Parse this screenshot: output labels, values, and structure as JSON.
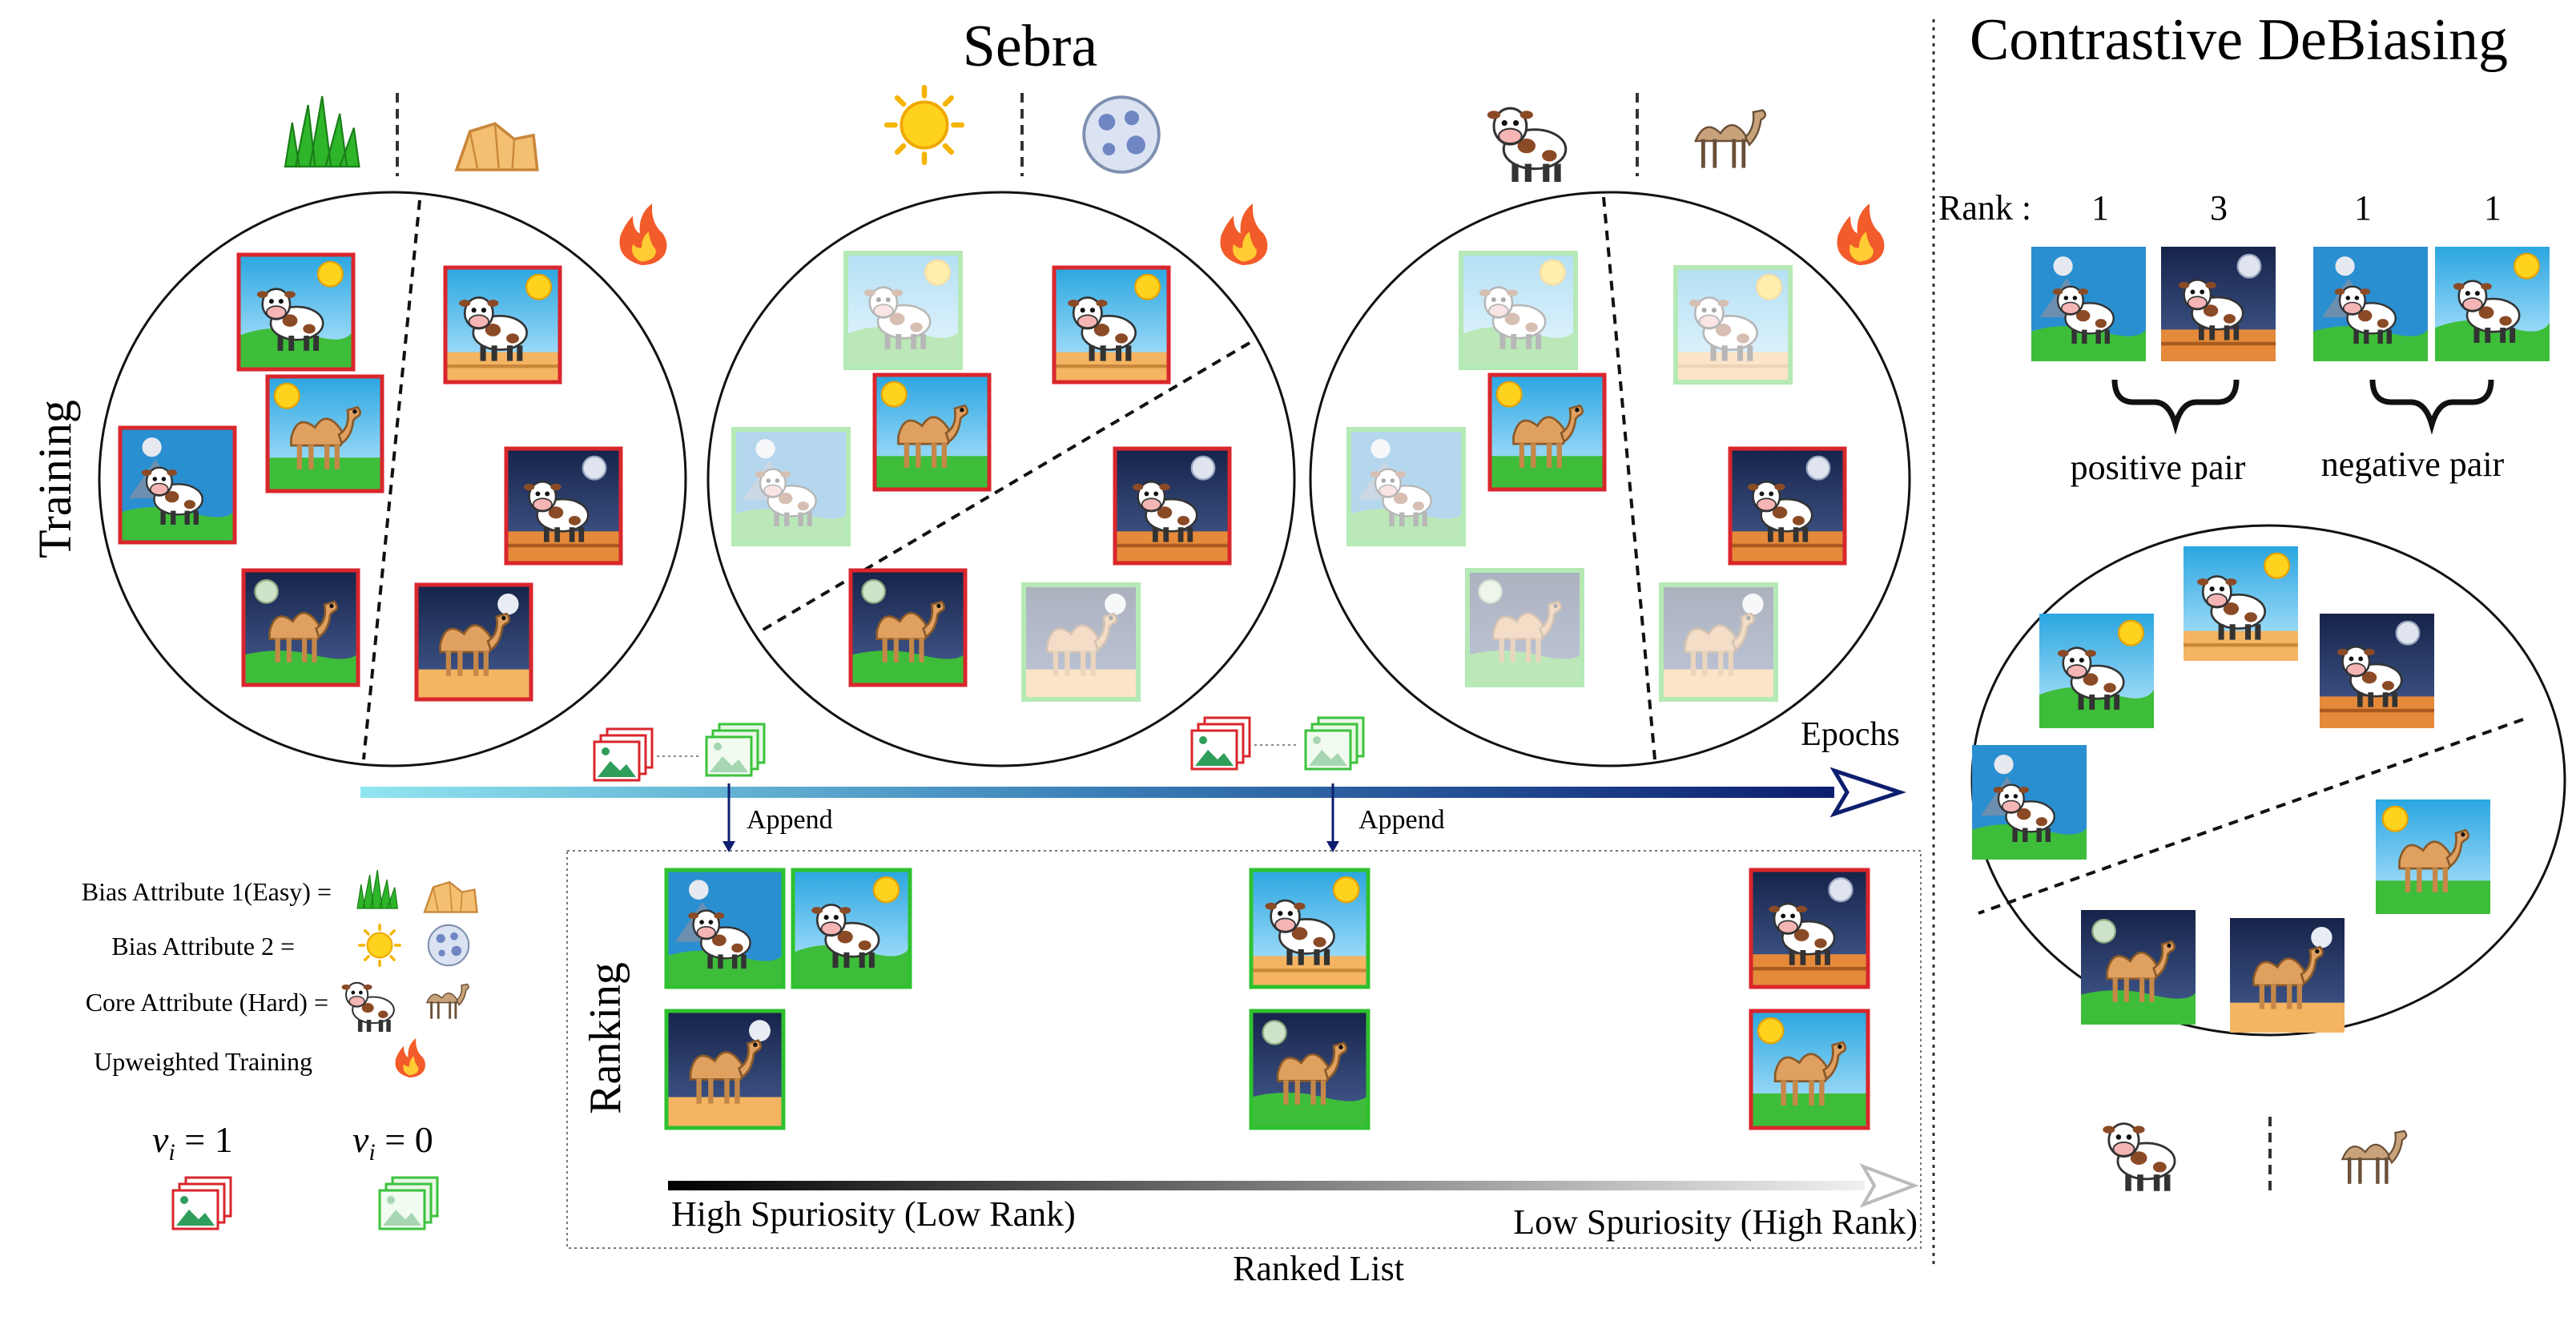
{
  "titles": {
    "main": "Sebra",
    "side": "Contrastive DeBiasing"
  },
  "labels": {
    "training": "Training",
    "epochs": "Epochs",
    "append": "Append",
    "ranking": "Ranking",
    "ranked_list": "Ranked List",
    "high_spuriosity": "High Spuriosity (Low Rank)",
    "low_spuriosity": "Low Spuriosity (High Rank)"
  },
  "legend": {
    "bias1": "Bias Attribute 1(Easy) =",
    "bias2": "Bias Attribute 2 =",
    "core": "Core Attribute (Hard)  =",
    "upweight": "Upweighted Training",
    "v1": "v",
    "v1_sub": "i",
    "v1_rest": " = 1",
    "v0": "v",
    "v0_sub": "i",
    "v0_rest": " = 0"
  },
  "contrastive": {
    "rank_label": "Rank :",
    "ranks": [
      "1",
      "3",
      "1",
      "1"
    ],
    "positive": "positive pair",
    "negative": "negative pair"
  },
  "colors": {
    "red_border": "#d9262c",
    "green_border": "#2fc12f",
    "arrow_start": "#8fe6f0",
    "arrow_end": "#0d1e6e",
    "sky": "#3fb6e6",
    "night": "#1d2a55",
    "grass": "#3ebd3a",
    "sand": "#f4b462",
    "camel": "#e0a060",
    "cow_white": "#ffffff",
    "cow_spot": "#8b4a26",
    "flame": "#f25b2a"
  },
  "icons": {
    "grass": "grass-icon",
    "desert": "desert-icon",
    "sun": "sun-icon",
    "moon": "moon-icon",
    "cow": "cow-icon",
    "camel": "camel-icon",
    "flame": "flame-icon"
  }
}
